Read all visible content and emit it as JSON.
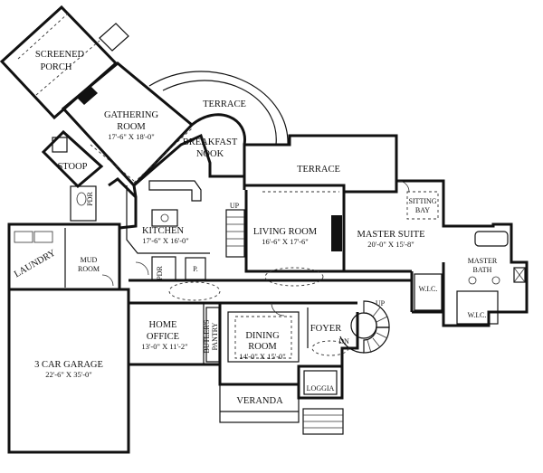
{
  "rooms": {
    "screened_porch": [
      "SCREENED",
      "PORCH"
    ],
    "gathering_room": {
      "name": [
        "GATHERING",
        "ROOM"
      ],
      "dims": "17'-6\" X 18'-0\""
    },
    "terrace_upper": "TERRACE",
    "breakfast_nook": [
      "BREAKFAST",
      "NOOK"
    ],
    "terrace_lower": "TERRACE",
    "stoop": "STOOP",
    "pdr_upper": "PDR",
    "kitchen": {
      "name": "KITCHEN",
      "dims": "17'-6\" X 16'-0\""
    },
    "laundry": "LAUNDRY",
    "mud_room": [
      "MUD",
      "ROOM"
    ],
    "pdr_lower": "PDR",
    "pantry": "P.",
    "living_room": {
      "name": "LIVING ROOM",
      "dims": "16'-6\" X 17'-6\""
    },
    "master_suite": {
      "name": "MASTER SUITE",
      "dims": "20'-0\" X 15'-8\""
    },
    "sitting_bay": [
      "SITTING",
      "BAY"
    ],
    "master_bath": [
      "MASTER",
      "BATH"
    ],
    "wic_left": "W.I.C.",
    "wic_right": "W.I.C.",
    "garage": {
      "name": "3 CAR GARAGE",
      "dims": "22'-6\" X 35'-0\""
    },
    "home_office": {
      "name": [
        "HOME",
        "OFFICE"
      ],
      "dims": "13'-0\" X 11'-2\""
    },
    "butlers_pantry": [
      "BUTLER'S",
      "PANTRY"
    ],
    "dining_room": {
      "name": [
        "DINING",
        "ROOM"
      ],
      "dims": "14'-0\" X 15'-0\""
    },
    "foyer": "FOYER",
    "loggia": "LOGGIA",
    "veranda": "VERANDA"
  },
  "stairs": {
    "up_kitchen": "UP",
    "up_master": "UP",
    "down": "DN"
  }
}
